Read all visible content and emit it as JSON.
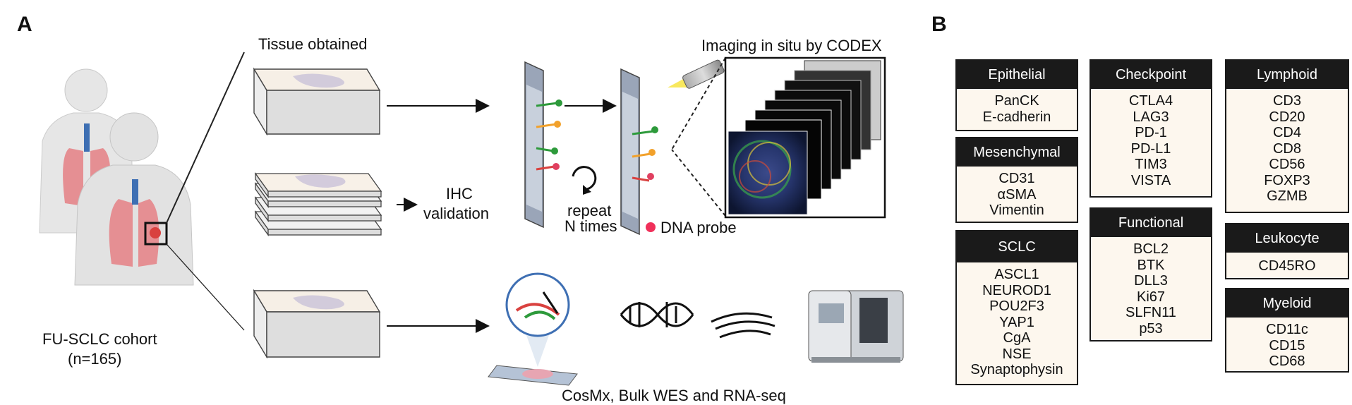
{
  "panelA": {
    "letter": "A",
    "tissue_label": "Tissue obtained",
    "imaging_label": "Imaging in situ by CODEX",
    "ihc_label_1": "IHC",
    "ihc_label_2": "validation",
    "repeat_label_1": "repeat",
    "repeat_label_2": "N times",
    "probe_label": "DNA probe",
    "cohort_label_1": "FU-SCLC cohort",
    "cohort_label_2": "(n=165)",
    "bottom_label": "CosMx, Bulk WES and RNA-seq"
  },
  "panelB": {
    "letter": "B",
    "groups": [
      {
        "title": "Epithelial",
        "markers": [
          "PanCK",
          "E-cadherin"
        ]
      },
      {
        "title": "Mesenchymal",
        "markers": [
          "CD31",
          "αSMA",
          "Vimentin"
        ]
      },
      {
        "title": "SCLC",
        "markers": [
          "ASCL1",
          "NEUROD1",
          "POU2F3",
          "YAP1",
          "CgA",
          "NSE",
          "Synaptophysin"
        ]
      },
      {
        "title": "Checkpoint",
        "markers": [
          "CTLA4",
          "LAG3",
          "PD-1",
          "PD-L1",
          "TIM3",
          "VISTA"
        ]
      },
      {
        "title": "Functional",
        "markers": [
          "BCL2",
          "BTK",
          "DLL3",
          "Ki67",
          "SLFN11",
          "p53"
        ]
      },
      {
        "title": "Lymphoid",
        "markers": [
          "CD3",
          "CD20",
          "CD4",
          "CD8",
          "CD56",
          "FOXP3",
          "GZMB"
        ]
      },
      {
        "title": "Leukocyte",
        "markers": [
          "CD45RO"
        ]
      },
      {
        "title": "Myeloid",
        "markers": [
          "CD11c",
          "CD15",
          "CD68"
        ]
      }
    ]
  },
  "colors": {
    "box_header": "#1a1a1a",
    "box_fill": "#fdf7ee",
    "lung": "#e58f93",
    "tumor": "#d9413f",
    "trachea": "#3e6fb3",
    "body": "#e4e4e4"
  }
}
